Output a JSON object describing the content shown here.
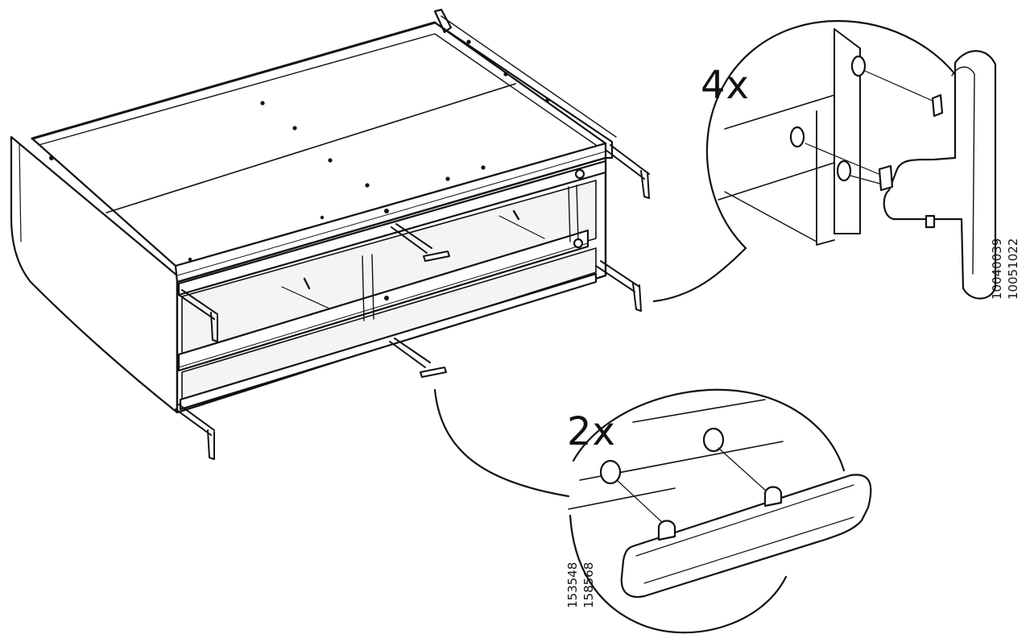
{
  "diagram": {
    "callouts": [
      {
        "quantity": "4x",
        "part_numbers": [
          "10040039",
          "10051022"
        ],
        "part": "t-handle"
      },
      {
        "quantity": "2x",
        "part_numbers": [
          "153548",
          "158568"
        ],
        "part": "bar-handle"
      }
    ],
    "colors": {
      "line": "#111111",
      "fill": "#ffffff",
      "panel_shade": "#f4f4f4"
    }
  }
}
